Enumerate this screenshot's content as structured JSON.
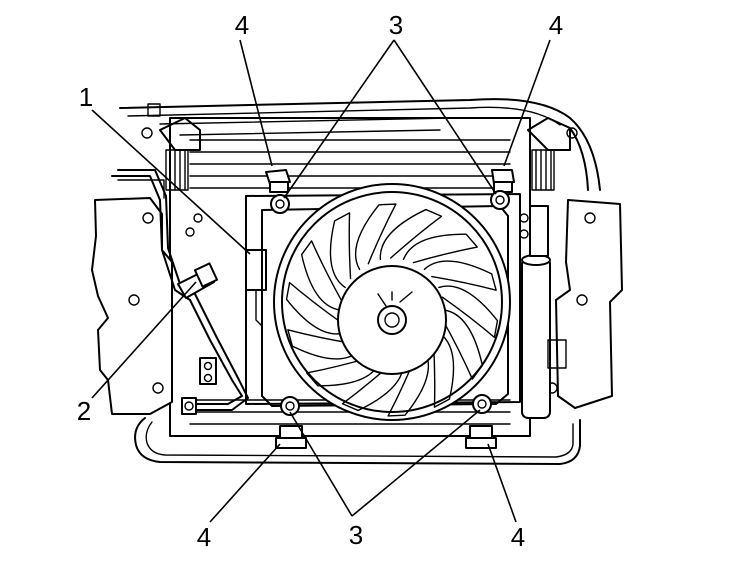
{
  "callouts": [
    {
      "id": "c1",
      "label": "1"
    },
    {
      "id": "c2",
      "label": "2"
    },
    {
      "id": "c3-top",
      "label": "3"
    },
    {
      "id": "c3-bottom",
      "label": "3"
    },
    {
      "id": "c4-top-left",
      "label": "4"
    },
    {
      "id": "c4-top-right",
      "label": "4"
    },
    {
      "id": "c4-bottom-left",
      "label": "4"
    },
    {
      "id": "c4-bottom-right",
      "label": "4"
    }
  ],
  "fan": {
    "blade_count": 14
  }
}
